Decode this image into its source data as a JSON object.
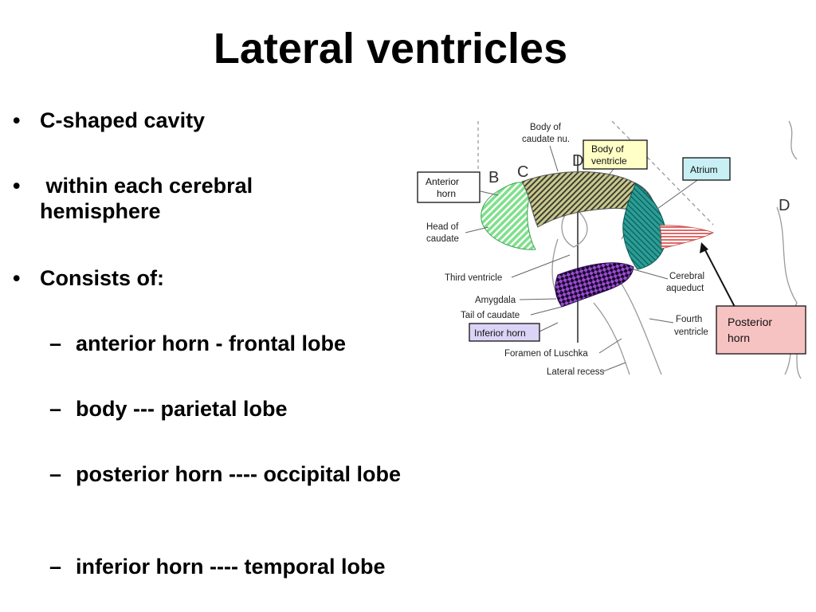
{
  "slide": {
    "title": "Lateral ventricles",
    "bullets": [
      {
        "marker": "•",
        "text": "C-shaped cavity"
      },
      {
        "marker": "•",
        "text": " within each cerebral hemisphere"
      },
      {
        "marker": "•",
        "text": "Consists of:"
      }
    ],
    "subbullets": [
      {
        "marker": "–",
        "text": "anterior horn - frontal lobe"
      },
      {
        "marker": "–",
        "text": "body --- parietal lobe"
      },
      {
        "marker": "–",
        "text": "posterior horn ---- occipital lobe"
      },
      {
        "marker": "–",
        "text": "inferior horn ---- temporal lobe"
      }
    ]
  },
  "diagram": {
    "labels": {
      "body_of_caudate_1": "Body of",
      "body_of_caudate_2": "caudate nu.",
      "body_of_ventricle_1": "Body of",
      "body_of_ventricle_2": "ventricle",
      "atrium": "Atrium",
      "anterior_horn_1": "Anterior",
      "anterior_horn_2": "horn",
      "head_of_caudate_1": "Head of",
      "head_of_caudate_2": "caudate",
      "third_ventricle": "Third ventricle",
      "amygdala": "Amygdala",
      "tail_of_caudate": "Tail of caudate",
      "inferior_horn": "Inferior horn",
      "foramen_of_luschka": "Foramen of Luschka",
      "lateral_recess": "Lateral recess",
      "cerebral_aqueduct_1": "Cerebral",
      "cerebral_aqueduct_2": "aqueduct",
      "fourth_ventricle_1": "Fourth",
      "fourth_ventricle_2": "ventricle",
      "posterior_horn_1": "Posterior",
      "posterior_horn_2": "horn",
      "letter_b": "B",
      "letter_c": "C",
      "letter_d1": "D",
      "letter_d2": "D"
    },
    "colors": {
      "anterior_horn": "#7ee08a",
      "body": "#c9c98a",
      "atrium": "#2a9d96",
      "posterior_horn": "#e06a6a",
      "inferior_horn": "#9a4ad0",
      "posterior_box_fill": "#f6c2c2",
      "body_box_fill": "#ffffc6",
      "atrium_box_fill": "#c8f0f4",
      "inferior_box_fill": "#dcd4f6"
    }
  }
}
